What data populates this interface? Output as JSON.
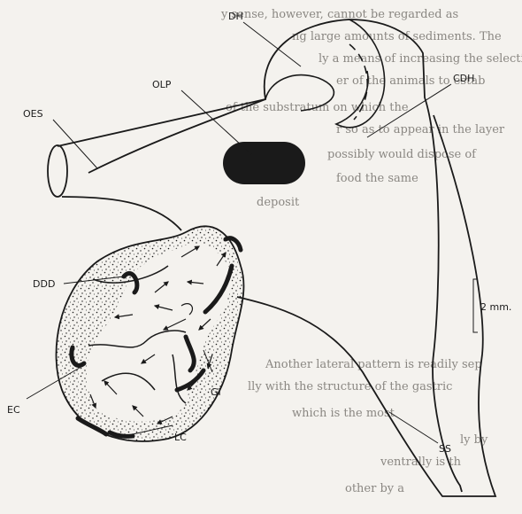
{
  "labels": {
    "dh": "DH",
    "cdh": "CDH",
    "olp": "OLP",
    "oes": "OES",
    "ddd": "DDD",
    "ec": "EC",
    "gi": "GI",
    "lc": "LC",
    "ss": "SS"
  },
  "scale_bar": {
    "label": "2 mm."
  },
  "background_text": [
    "y sense, however, cannot be regarded as",
    "ng large amounts of sediments. The",
    "ly a means of increasing the selecti",
    "er of the animals to estab",
    "of the substratum on which the",
    "r so as to appear in the layer",
    "possibly would dispose of",
    "food the same",
    "deposit",
    "Another lateral pattern is readily sep",
    "lly with the structure of the gastric",
    "which is the most",
    "ly by",
    "ventrally is th",
    "other by a"
  ],
  "colors": {
    "ink": "#1a1a1a",
    "paper": "#f4f2ee",
    "ghost_text": "#8a8782"
  }
}
